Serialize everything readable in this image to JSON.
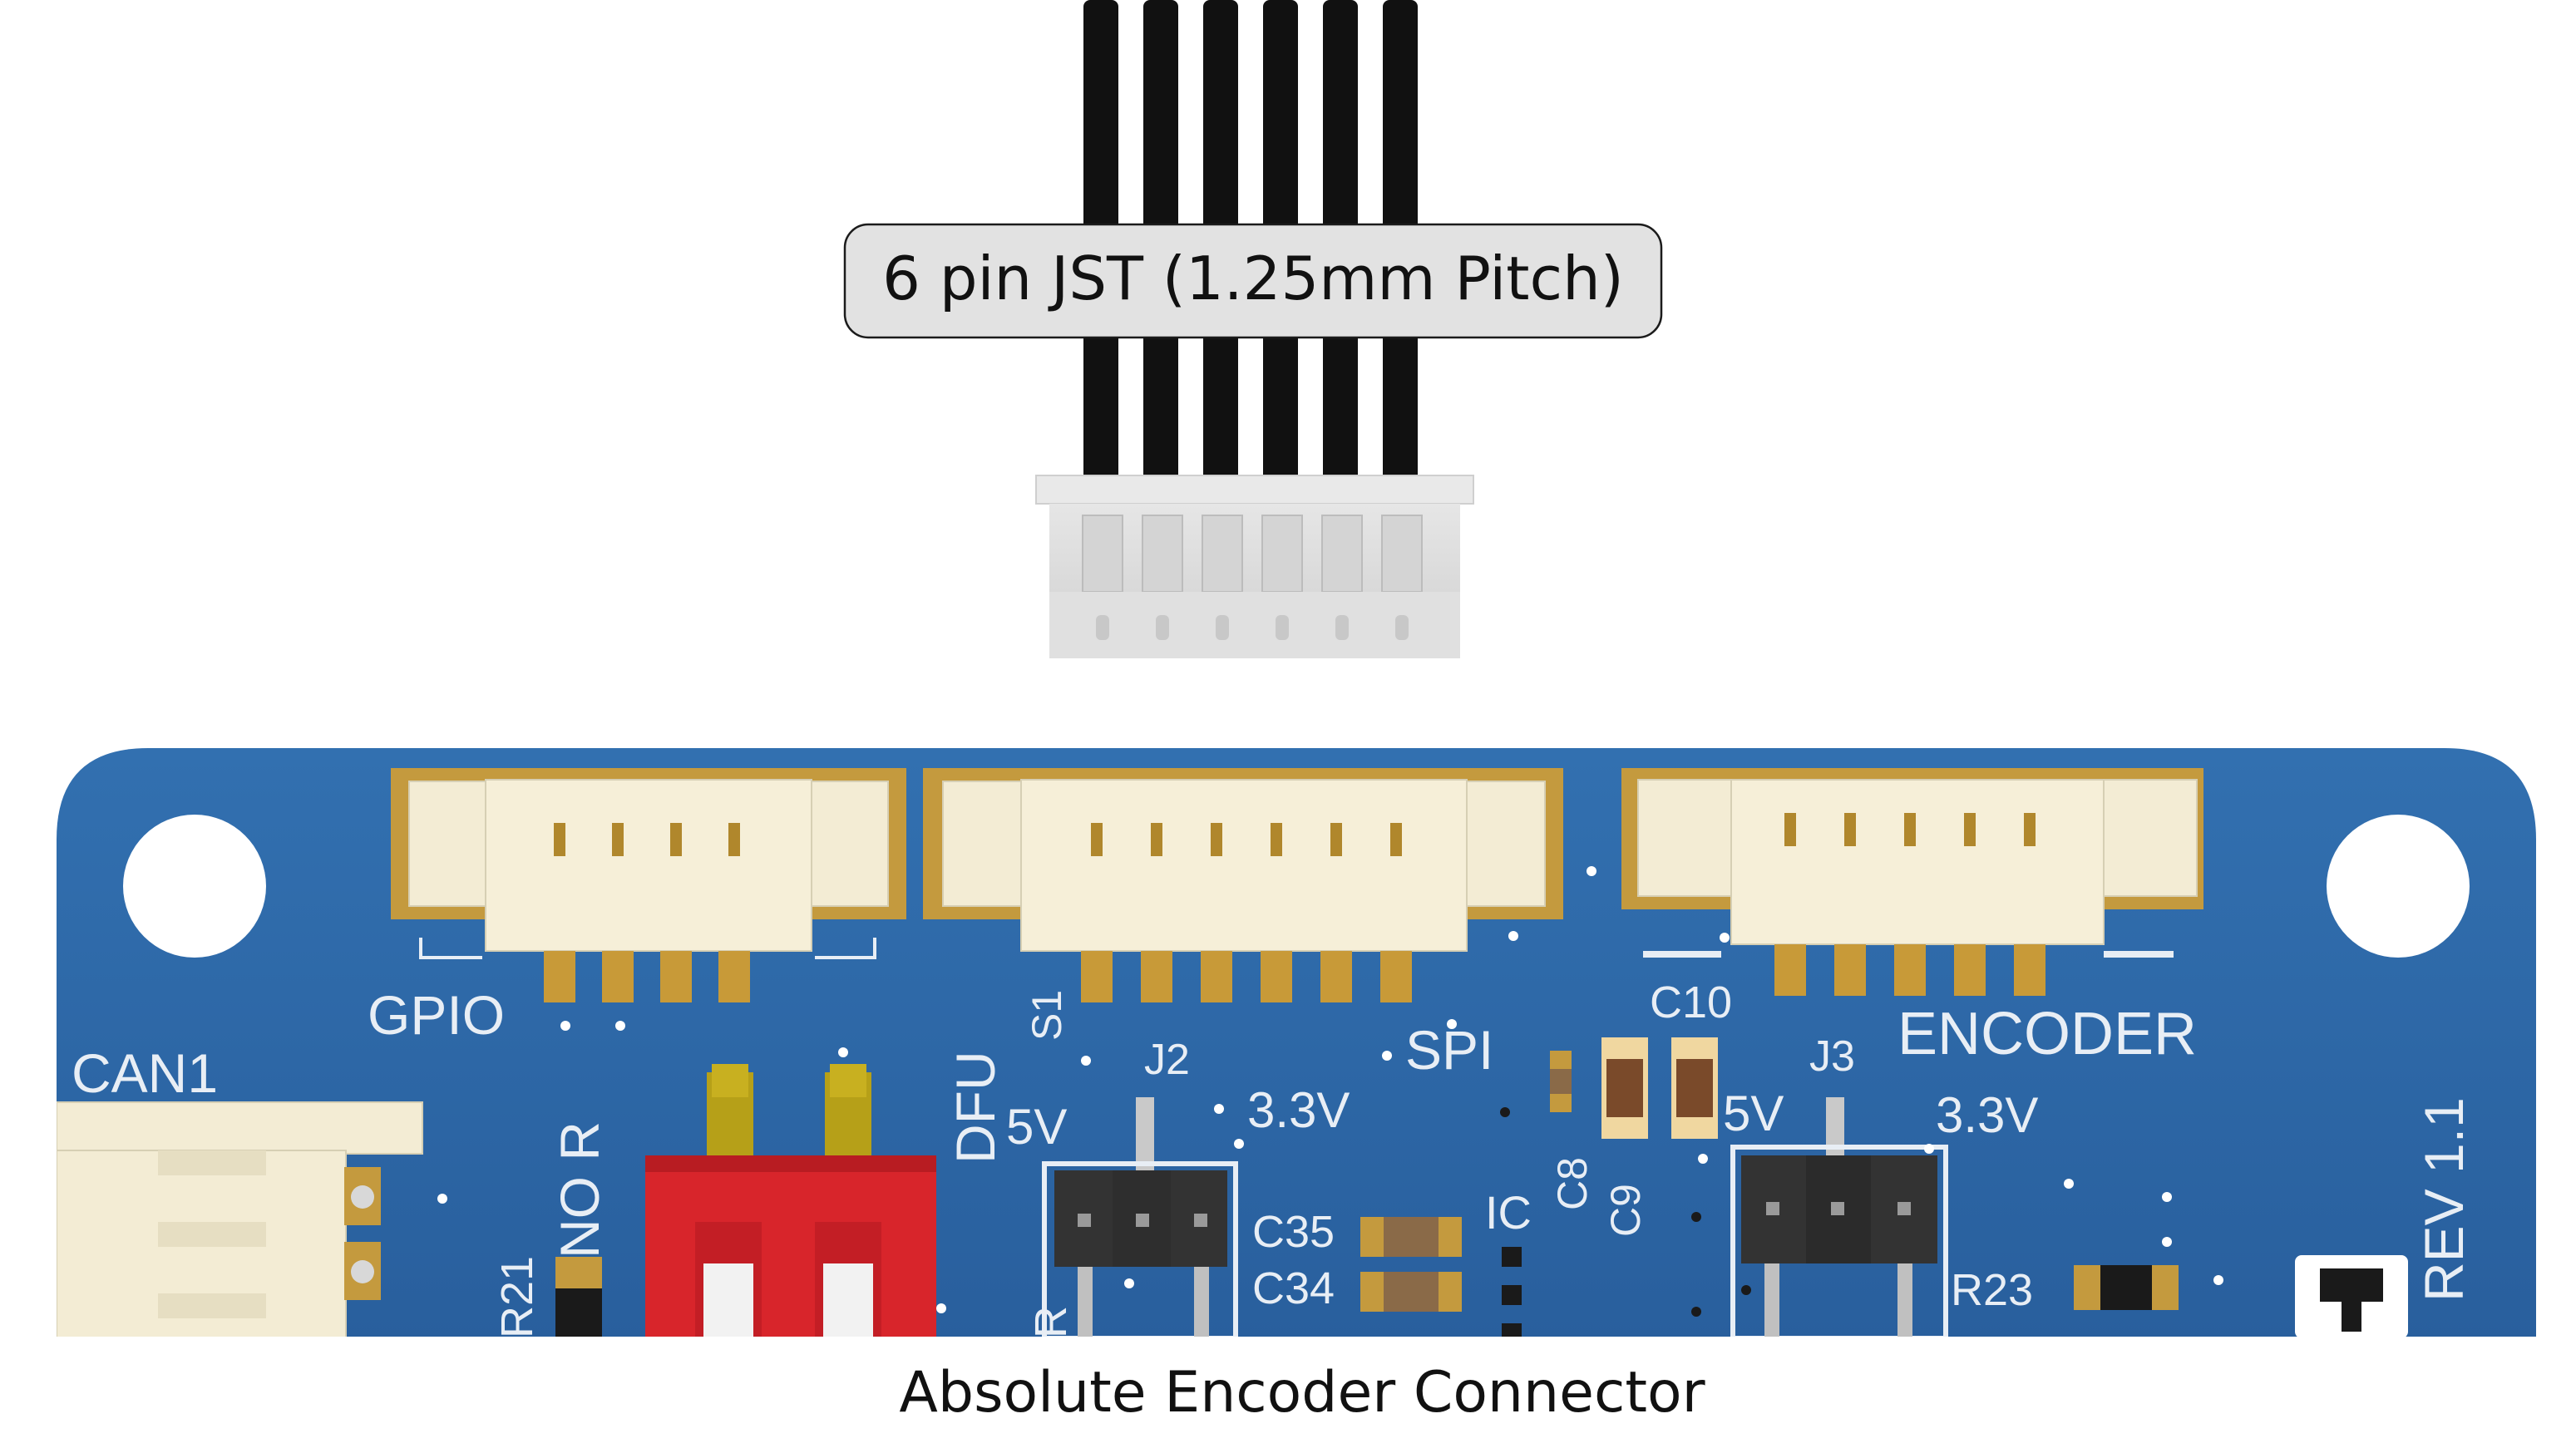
{
  "cable": {
    "label": "6 pin JST (1.25mm Pitch)",
    "wire_count": 6,
    "wire_color": "#111111"
  },
  "board": {
    "pcb_color": "#2c65a4",
    "silkscreen_color": "#e8eef5",
    "connector_color": "#f3ecd4",
    "pad_color": "#c4942f",
    "labels": {
      "gpio": "GPIO",
      "can1": "CAN1",
      "s1": "S1",
      "dfu": "DFU",
      "j2": "J2",
      "spi": "SPI",
      "c10": "C10",
      "encoder": "ENCODER",
      "j3": "J3",
      "rev": "REV 1.1",
      "no_r": "NO R",
      "r21": "R21",
      "v5_left": "5V",
      "v33_left": "3.3V",
      "v5_right": "5V",
      "v33_right": "3.3V",
      "c35": "C35",
      "c34": "C34",
      "ic": "IC",
      "c8": "C8",
      "c9": "C9",
      "r23": "R23",
      "r_left": "R"
    }
  },
  "caption": "Absolute Encoder Connector"
}
